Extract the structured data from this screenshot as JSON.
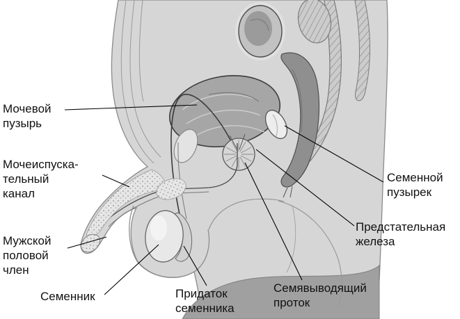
{
  "figure": {
    "labels": {
      "bladder": "Мочевой\nпузырь",
      "urethra": "Мочеиспуска-\nтельный\nканал",
      "penis": "Мужской\nполовой\nчлен",
      "testis": "Семенник",
      "epididymis": "Придаток\nсеменника",
      "vas_deferens": "Семявыводящий\nпроток",
      "prostate": "Предстательная\nжелеза",
      "seminal_vesicle": "Семенной\nпузырек"
    },
    "colors": {
      "body": "#d6d6d6",
      "bladder_fill": "#a6a6a6",
      "rectum_fill": "#8f8f8f",
      "seat_fill": "#a0a0a0",
      "outline": "#8a8a8a",
      "leader_line": "#000000",
      "label_text": "#111111"
    }
  }
}
